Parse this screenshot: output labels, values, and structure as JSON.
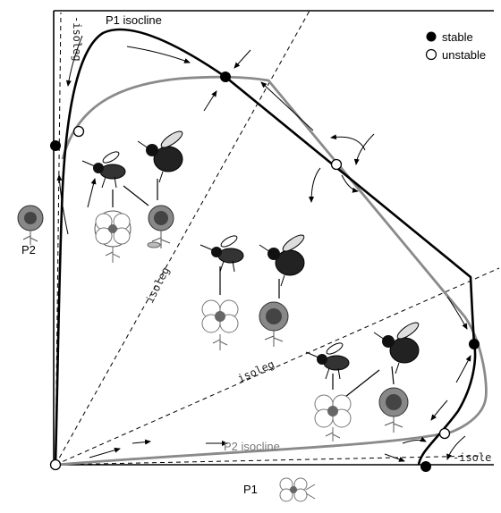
{
  "labels": {
    "p1_isocline": "P1 isocline",
    "p2_isocline": "P2 isocline",
    "p1_axis": "P1",
    "p2_axis": "P2",
    "isoleg": "isoleg",
    "isoleg_top": "-isoleg",
    "isoleg_bottom_right": "-isole"
  },
  "legend": {
    "stable": "stable",
    "unstable": "unstable"
  },
  "colors": {
    "p1_curve": "#000000",
    "p2_curve": "#8a8a8a",
    "axes": "#000000"
  }
}
